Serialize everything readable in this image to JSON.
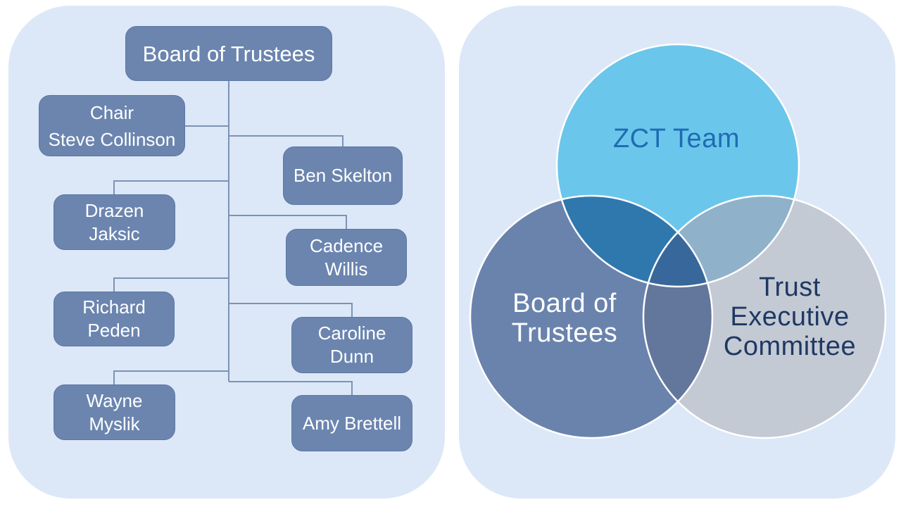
{
  "left_panel": {
    "type": "organization-chart",
    "colors": {
      "panel_bg": "#DCE8F7",
      "node_fill": "#6B85AF",
      "node_border": "#5D77A3",
      "node_text": "#FFFFFF",
      "connector": "#7C92B6"
    },
    "org": {
      "root": "Board of Trustees",
      "chair": [
        "Chair",
        "Steve Collinson"
      ],
      "ben": [
        "Ben Skelton"
      ],
      "drazen": [
        "Drazen",
        "Jaksic"
      ],
      "cadence": [
        "Cadence",
        "Willis"
      ],
      "richard": [
        "Richard",
        "Peden"
      ],
      "caroline": [
        "Caroline",
        "Dunn"
      ],
      "wayne": [
        "Wayne",
        "Myslik"
      ],
      "amy": [
        "Amy Brettell"
      ]
    }
  },
  "right_panel": {
    "type": "venn-diagram",
    "colors": {
      "panel_bg": "#DCE8F7",
      "circle_stroke": "#FFFFFF"
    },
    "venn": {
      "top": {
        "label": "ZCT Team",
        "fill": "#6BC6EB",
        "label_color": "#1E6CB2"
      },
      "bottom_left": {
        "label": "Board of Trustees",
        "fill": "#6A83AD",
        "label_color": "#FFFFFF"
      },
      "bottom_right": {
        "label": "Trust Executive Committee",
        "fill": "#C3CAD3",
        "label_color": "#1F3864"
      },
      "overlaps": {
        "top_left": "#2F78AE",
        "top_right": "#8FB2CA",
        "left_right": "#63769B",
        "center": "#38689B"
      }
    }
  }
}
